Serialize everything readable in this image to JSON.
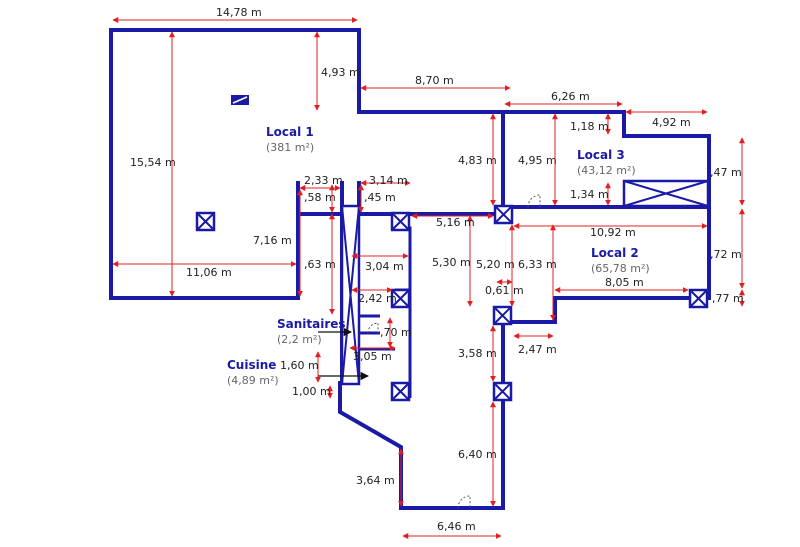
{
  "rooms": {
    "local1": {
      "name": "Local 1",
      "area": "(381 m²)"
    },
    "local2": {
      "name": "Local 2",
      "area": "(65,78 m²)"
    },
    "local3": {
      "name": "Local 3",
      "area": "(43,12 m²)"
    },
    "sanitaires": {
      "name": "Sanitaires",
      "area": "(2,2 m²)"
    },
    "cuisine": {
      "name": "Cuisine",
      "area": "(4,89 m²)"
    }
  },
  "dimensions": [
    "14,78 m",
    "4,93 m",
    "8,70 m",
    "6,26 m",
    "4,92 m",
    "1,18 m",
    "15,54 m",
    "4,83 m",
    "4,95 m",
    ",47 m",
    "1,34 m",
    "2,33 m",
    "3,14 m",
    ",58 m",
    ",45 m",
    "5,16 m",
    "10,92 m",
    "7,16 m",
    "3,04 m",
    "5,30 m",
    "5,20 m",
    "6,33 m",
    ",72 m",
    "11,06 m",
    ",63 m",
    "0,61 m",
    "8,05 m",
    "2,42 m",
    ",77 m",
    ",70 m",
    "2,47 m",
    "3,05 m",
    "3,58 m",
    "1,60 m",
    "1,00 m",
    "6,40 m",
    "3,64 m",
    "6,46 m"
  ]
}
